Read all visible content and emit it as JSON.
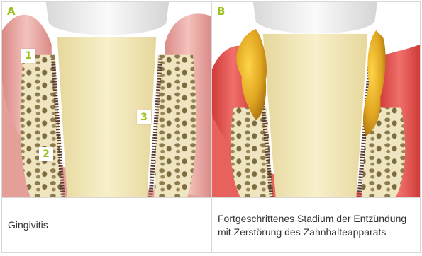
{
  "panels": [
    {
      "label": "A",
      "markers": [
        "1",
        "2",
        "3"
      ],
      "caption": "Gingivitis"
    },
    {
      "label": "B",
      "caption": "Fortgeschrittenes Stadium der Entzündung mit Zerstörung des Zahnhalteapparats"
    }
  ],
  "colors": {
    "accent": "#9bc11b",
    "gum": "#e8a7a2",
    "inflamed_gum": "#e0433f",
    "tooth": "#f1e7b8",
    "bone": "#e9dfb5",
    "ligament": "#5a3a35",
    "calculus": "#e0a520"
  }
}
